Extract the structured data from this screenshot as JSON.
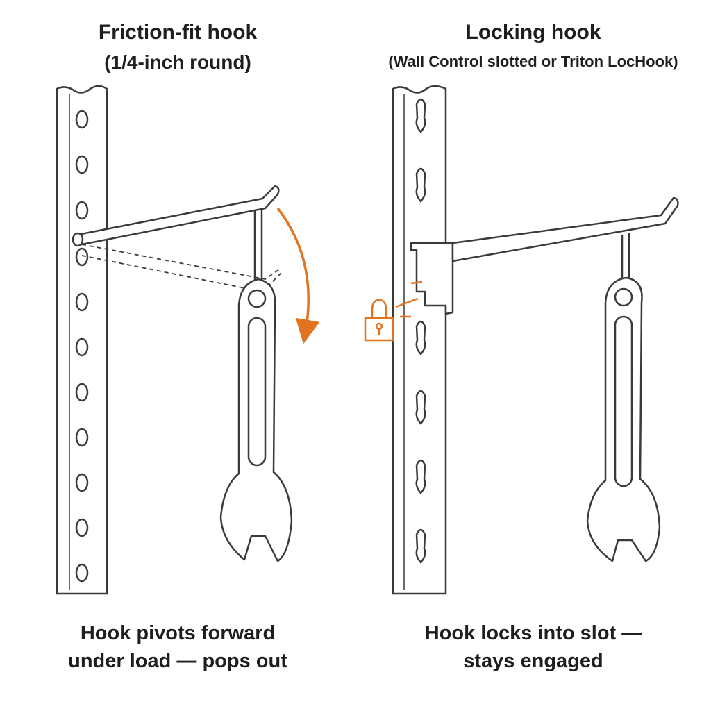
{
  "colors": {
    "line": "#3a3a3a",
    "accent": "#e2741f",
    "background": "#ffffff"
  },
  "panels": [
    {
      "id": "friction-fit",
      "title": "Friction-fit hook",
      "subtitle": "(1/4-inch round)",
      "caption": [
        "Hook pivots forward",
        "under load — pops out"
      ],
      "rail_holes": "round",
      "indicator": "curved-arrow-icon"
    },
    {
      "id": "locking",
      "title": "Locking hook",
      "subtitle": "(Wall Control slotted or Triton LocHook)",
      "caption": [
        "Hook locks into slot —",
        "stays engaged"
      ],
      "rail_holes": "keyhole-slot",
      "indicator": "padlock-icon"
    }
  ]
}
